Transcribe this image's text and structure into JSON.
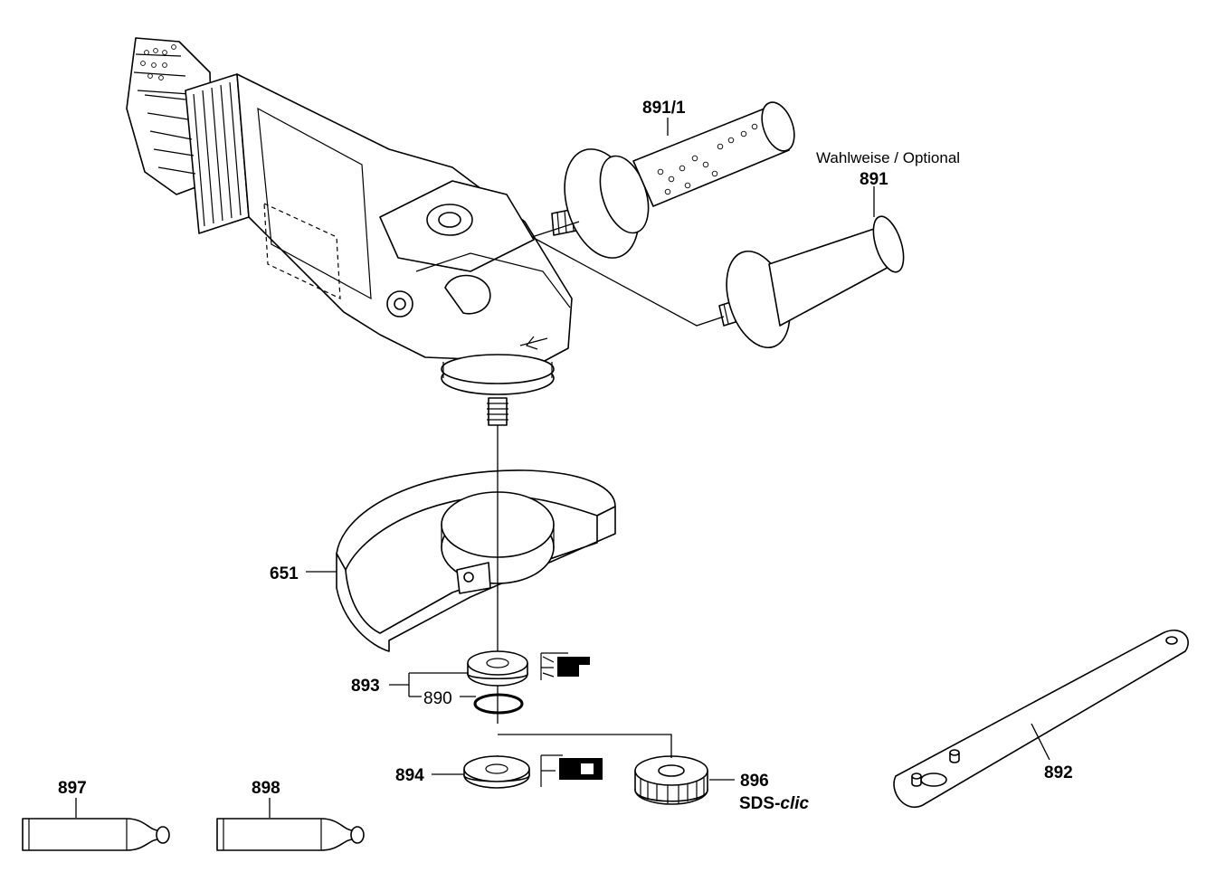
{
  "labels": {
    "grip_891_1": "891/1",
    "optional_note": "Wahlweise / Optional",
    "grip_891": "891",
    "guard_651": "651",
    "flange_893": "893",
    "ring_890": "890",
    "flange_894": "894",
    "nut_896": "896",
    "nut_896_name_prefix": "SDS-",
    "nut_896_name_suffix": "clic",
    "spanner_892": "892",
    "tube_897": "897",
    "tube_898": "898"
  },
  "colors": {
    "line": "#000000",
    "background": "#ffffff"
  },
  "icons": [
    "angle-grinder-icon",
    "flange-fit-symbol-icon",
    "flange-fit-symbol-icon"
  ]
}
